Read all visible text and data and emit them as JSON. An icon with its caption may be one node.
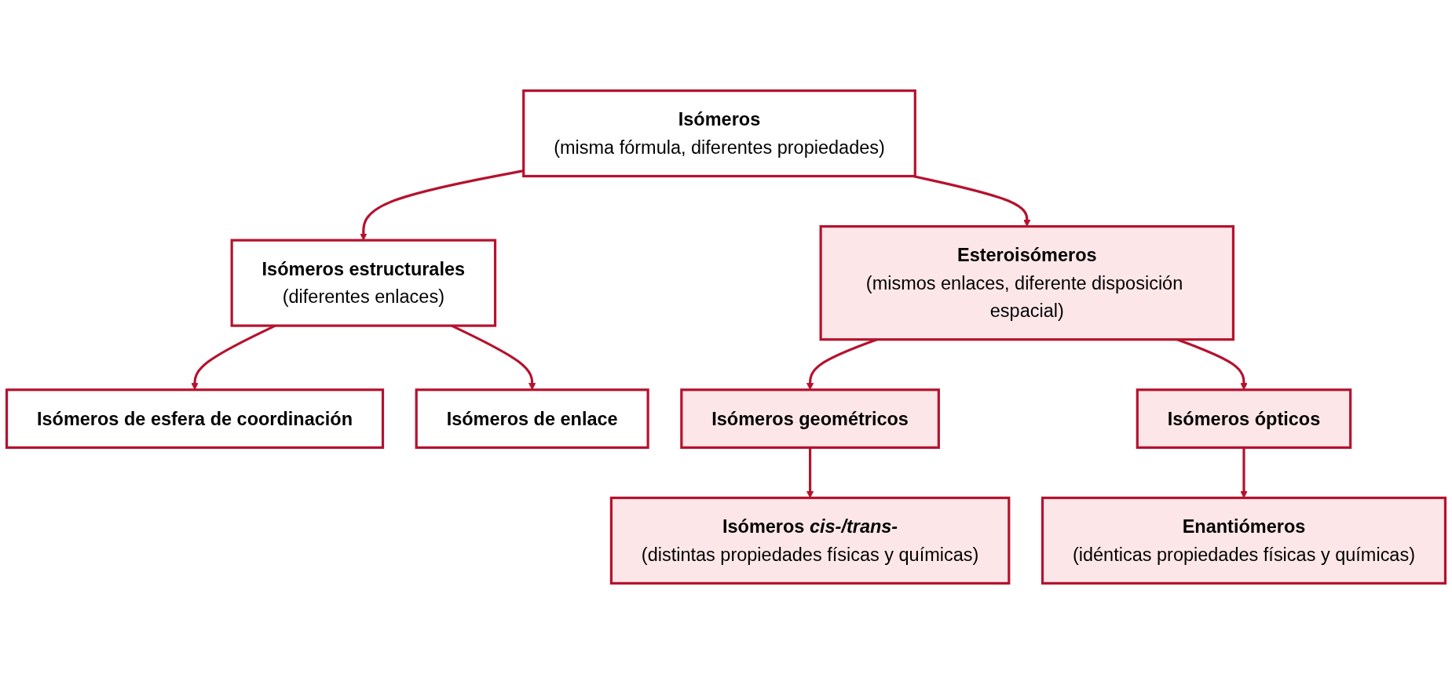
{
  "diagram": {
    "nodes": [
      {
        "text": [
          "Isómeros",
          "(misma fórmula, diferentes propiedades)"
        ]
      },
      {
        "text": [
          "Isómeros estructurales",
          "(diferentes enlaces)"
        ]
      },
      {
        "text": [
          "Esteroisómeros",
          "(mismos enlaces, diferente disposición espacial)"
        ]
      },
      {
        "text": [
          "Isómeros de esfera de coordinación"
        ]
      },
      {
        "text": [
          "Isómeros de enlace"
        ]
      },
      {
        "text": [
          "Isómeros geométricos"
        ]
      },
      {
        "text": [
          "Isómeros ópticos"
        ]
      },
      {
        "text": [
          "Isómeros *cis-/trans-*",
          "(distintas propiedades físicas y químicas)"
        ]
      },
      {
        "text": [
          "Enantiómeros",
          "(idénticas propiedades físicas y químicas)"
        ]
      }
    ],
    "edges": [
      {
        "from": 0,
        "to": 1,
        "arrow": "to"
      },
      {
        "from": 0,
        "to": 2,
        "arrow": "to"
      },
      {
        "from": 1,
        "to": 3,
        "arrow": "to"
      },
      {
        "from": 1,
        "to": 4,
        "arrow": "to"
      },
      {
        "from": 2,
        "to": 5,
        "arrow": "to"
      },
      {
        "from": 2,
        "to": 6,
        "arrow": "to"
      },
      {
        "from": 5,
        "to": 7,
        "arrow": "to"
      },
      {
        "from": 6,
        "to": 8,
        "arrow": "to"
      }
    ]
  }
}
